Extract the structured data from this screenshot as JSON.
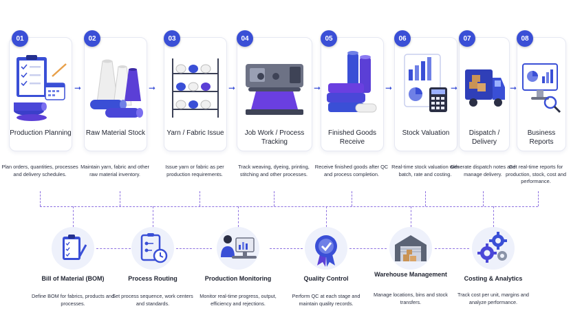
{
  "steps": [
    {
      "num": "01",
      "title": "Production Planning",
      "desc": "Plan orders, quantities, processes and delivery schedules."
    },
    {
      "num": "02",
      "title": "Raw Material Stock",
      "desc": "Maintain yarn, fabric and other raw material inventory."
    },
    {
      "num": "03",
      "title": "Yarn / Fabric Issue",
      "desc": "Issue yarn or fabric as per production requirements."
    },
    {
      "num": "04",
      "title": "Job Work / Process Tracking",
      "desc": "Track weaving, dyeing, printing, stitching and other processes."
    },
    {
      "num": "05",
      "title": "Finished Goods Receive",
      "desc": "Receive finished goods after QC and process completion."
    },
    {
      "num": "06",
      "title": "Stock Valuation",
      "desc": "Real-time stock valuation with batch, rate and costing."
    },
    {
      "num": "07",
      "title": "Dispatch / Delivery",
      "desc": "Generate dispatch notes and manage delivery."
    },
    {
      "num": "08",
      "title": "Business Reports",
      "desc": "Get real-time reports for production, stock, cost and performance."
    }
  ],
  "features": [
    {
      "title": "Bill of Material (BOM)",
      "desc": "Define BOM for fabrics, products and processes.",
      "icon": "clipboard-pencil-icon"
    },
    {
      "title": "Process Routing",
      "desc": "Set process sequence, work centers and standards.",
      "icon": "routing-clock-icon"
    },
    {
      "title": "Production Monitoring",
      "desc": "Monitor real-time progress, output, efficiency and rejections.",
      "icon": "operator-monitor-icon"
    },
    {
      "title": "Quality Control",
      "desc": "Perform QC at each stage and maintain quality records.",
      "icon": "quality-badge-icon"
    },
    {
      "title": "Warehouse Management",
      "desc": "Manage locations, bins and stock transfers.",
      "icon": "warehouse-icon"
    },
    {
      "title": "Costing & Analytics",
      "desc": "Track cost per unit, margins and analyze performance.",
      "icon": "gears-icon"
    }
  ],
  "colors": {
    "accent": "#3a4fd6",
    "fabric": "#5b3fd6",
    "dashed": "#8c6fe0",
    "bg_circle": "#eef1fb"
  }
}
